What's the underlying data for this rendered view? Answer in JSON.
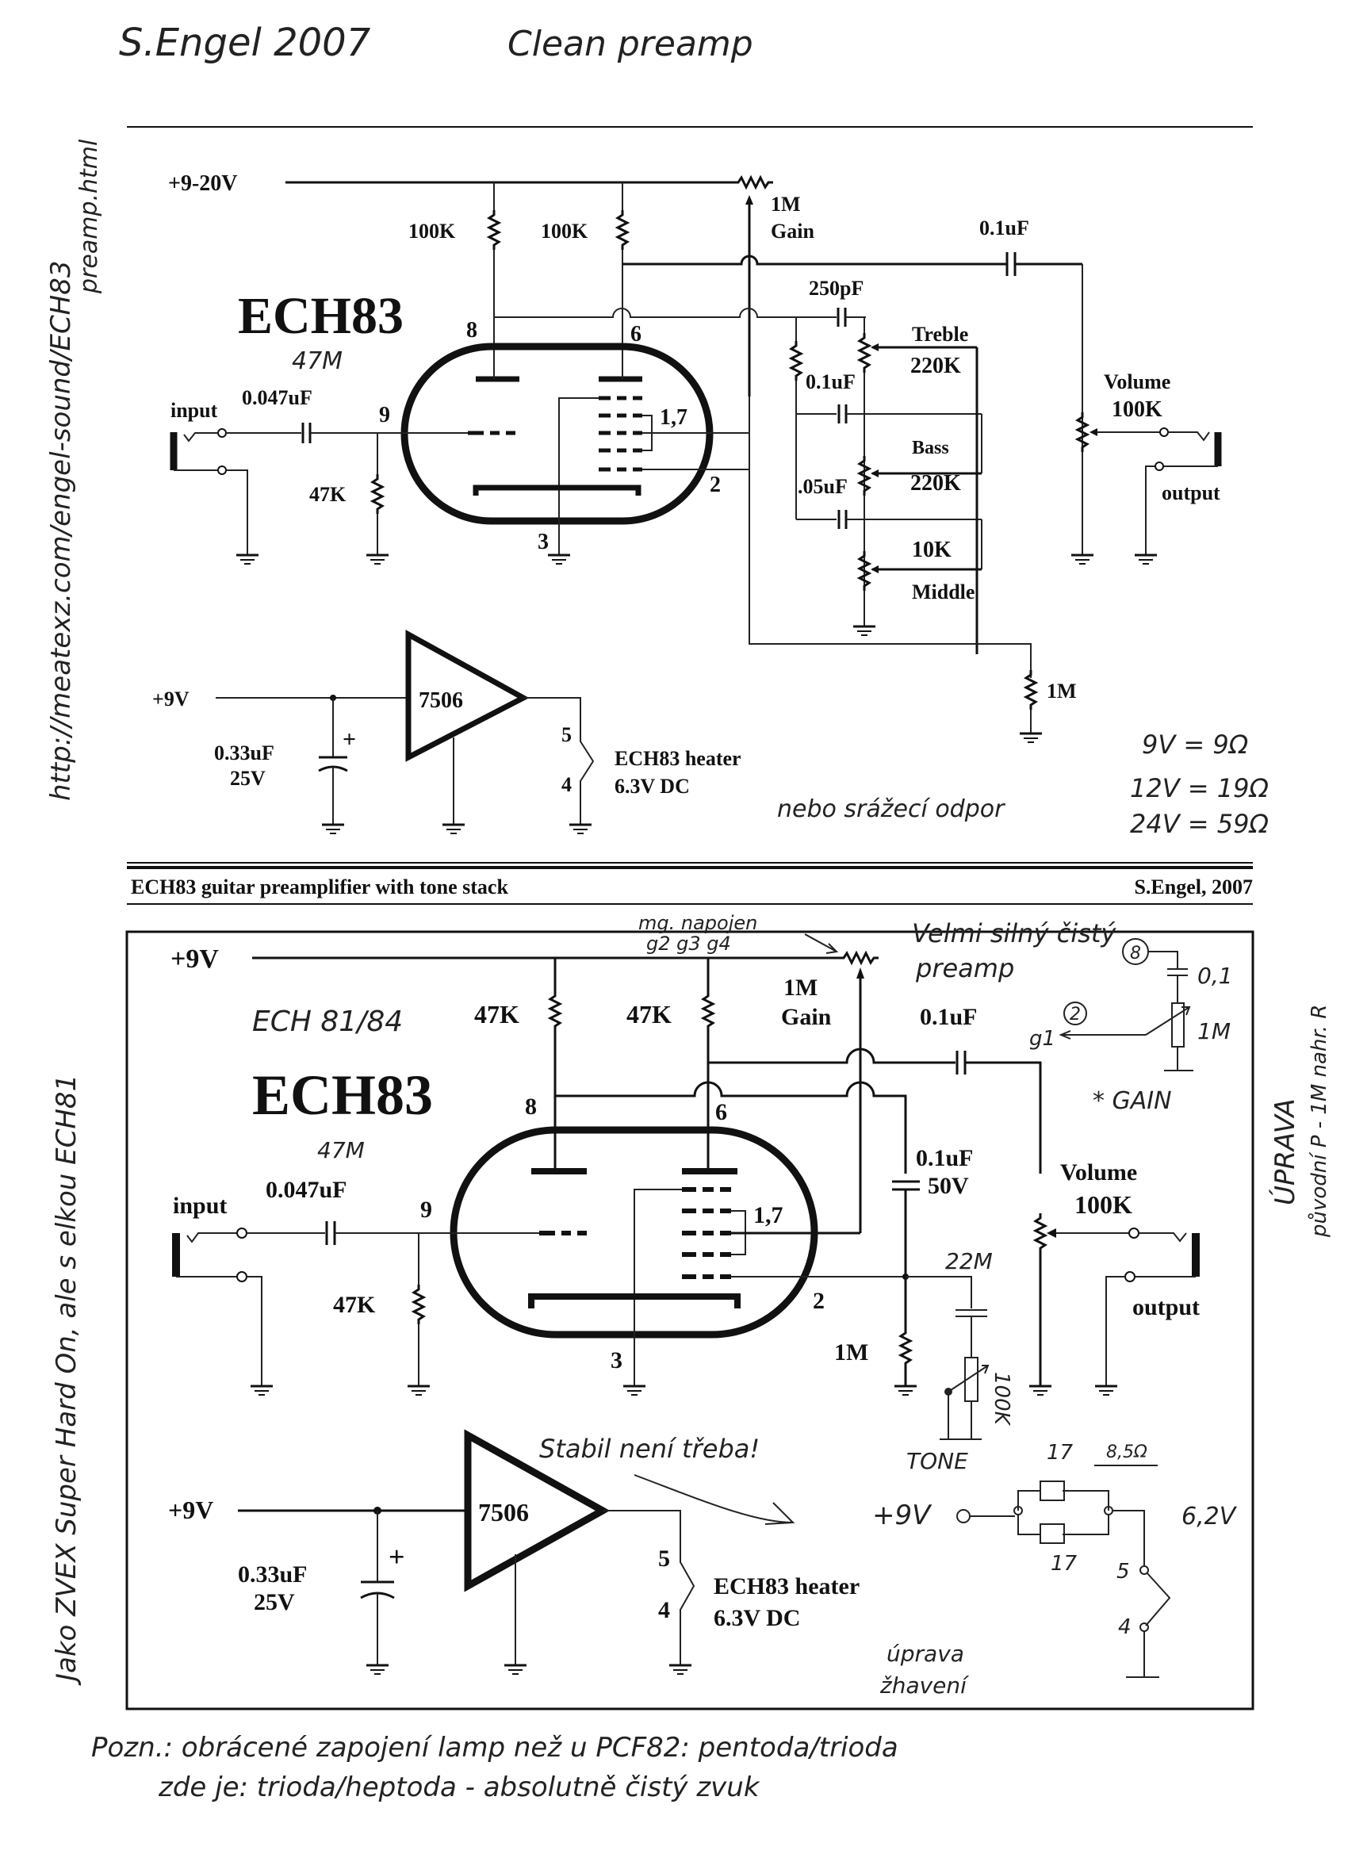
{
  "colors": {
    "ink": "#111111",
    "paper": "#ffffff",
    "pen": "#222222"
  },
  "handwritten": {
    "top_title": "S.Engel 2007",
    "top_subtitle": "Clean preamp",
    "left_margin_top": "http://meatexz.com/engel-sound/ECH83",
    "left_margin_top_2": "preamp.html",
    "left_margin_bottom": "Jako ZVEX Super Hard On, ale s elkou ECH81",
    "tube_note_top": "47M",
    "supply_note": "nebo srážecí odpor",
    "supply_table": [
      "9V = 9Ω",
      "12V = 19Ω",
      "24V = 59Ω"
    ],
    "right_margin": "ÚPRAVA",
    "right_margin_2": "původní P - 1M nahr. R",
    "tube_alt": "ECH 81/84",
    "tube_note_bottom": "47M",
    "grid_note_1": "mg. napojen",
    "grid_note_2": "g2 g3 g4",
    "preamp_note_1": "Velmi silný čistý",
    "preamp_note_2": "preamp",
    "mod_pin8": "8",
    "mod_cap": "0,1",
    "mod_pin2": "2",
    "mod_g1": "g1",
    "mod_pot": "1M",
    "mod_gain": "* GAIN",
    "tone_cap": "22M",
    "tone_pot": "100K",
    "tone_label": "TONE",
    "stabil_note": "Stabil není třeba!",
    "alt_supply": "+9V",
    "alt_r1": "17",
    "alt_r1_note": "8,5Ω",
    "alt_r2": "17",
    "alt_out": "6,2V",
    "alt_pin5": "5",
    "alt_pin4": "4",
    "heater_note_1": "úprava",
    "heater_note_2": "žhavení",
    "bottom_note_1": "Pozn.: obrácené zapojení lamp než u PCF82: pentoda/trioda",
    "bottom_note_2": "zde je: trioda/heptoda - absolutně čistý zvuk"
  },
  "top_circuit": {
    "supply": "+9-20V",
    "r_plate_1": "100K",
    "r_plate_2": "100K",
    "gain_pot": "1M",
    "gain_label": "Gain",
    "out_cap": "0.1uF",
    "tone_cap_1": "250pF",
    "tube": "ECH83",
    "pin8": "8",
    "pin6": "6",
    "pin9": "9",
    "pin17": "1,7",
    "pin2": "2",
    "pin3": "3",
    "input_label": "input",
    "input_cap": "0.047uF",
    "grid_r": "47K",
    "treble_label": "Treble",
    "treble_val": "220K",
    "tone_cap_2": "0.1uF",
    "bass_label": "Bass",
    "bass_val": "220K",
    "tone_cap_3": ".05uF",
    "mid_val": "10K",
    "mid_label": "Middle",
    "volume_label": "Volume",
    "volume_val": "100K",
    "output_label": "output",
    "r_bottom": "1M",
    "reg_supply": "+9V",
    "reg_chip": "7506",
    "reg_cap": "0.33uF",
    "reg_cap_v": "25V",
    "reg_plus": "+",
    "heater_pin5": "5",
    "heater_pin4": "4",
    "heater_label": "ECH83 heater",
    "heater_v": "6.3V DC"
  },
  "bottom_circuit": {
    "title": "ECH83 guitar preamplifier with tone stack",
    "author": "S.Engel, 2007",
    "supply": "+9V",
    "r_plate_1": "47K",
    "r_plate_2": "47K",
    "gain_pot": "1M",
    "gain_label": "Gain",
    "out_cap": "0.1uF",
    "tube": "ECH83",
    "pin8": "8",
    "pin6": "6",
    "pin9": "9",
    "pin17": "1,7",
    "pin2": "2",
    "pin3": "3",
    "input_label": "input",
    "input_cap": "0.047uF",
    "grid_r": "47K",
    "cathode_cap": "0.1uF",
    "cathode_cap_v": "50V",
    "cathode_r": "1M",
    "volume_label": "Volume",
    "volume_val": "100K",
    "output_label": "output",
    "reg_supply": "+9V",
    "reg_chip": "7506",
    "reg_cap": "0.33uF",
    "reg_cap_v": "25V",
    "reg_plus": "+",
    "heater_pin5": "5",
    "heater_pin4": "4",
    "heater_label": "ECH83 heater",
    "heater_v": "6.3V DC"
  }
}
